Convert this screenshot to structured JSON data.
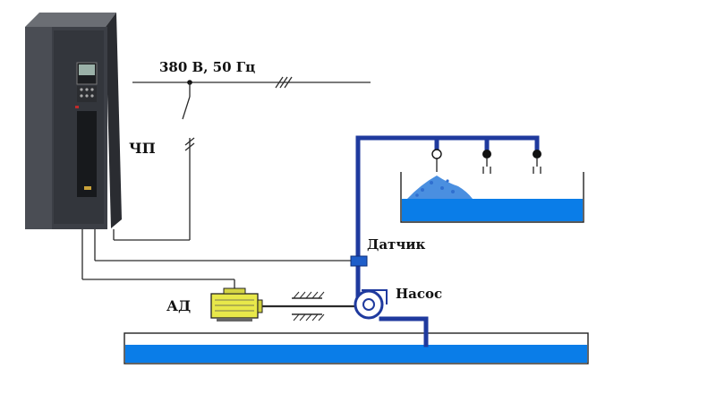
{
  "labels": {
    "supply": "380 В, 50  Гц",
    "converter": "ЧП",
    "sensor": "Датчик",
    "pump": "Насос",
    "motor": "АД"
  },
  "colors": {
    "water": "#0a7de8",
    "pipe": "#1f3a9e",
    "drive_body": "#3c3f46",
    "motor_body": "#e8e84a"
  },
  "icons": {
    "converter": "frequency-converter-icon",
    "motor": "induction-motor-icon",
    "pump": "centrifugal-pump-icon",
    "sensor": "pressure-sensor-icon"
  }
}
